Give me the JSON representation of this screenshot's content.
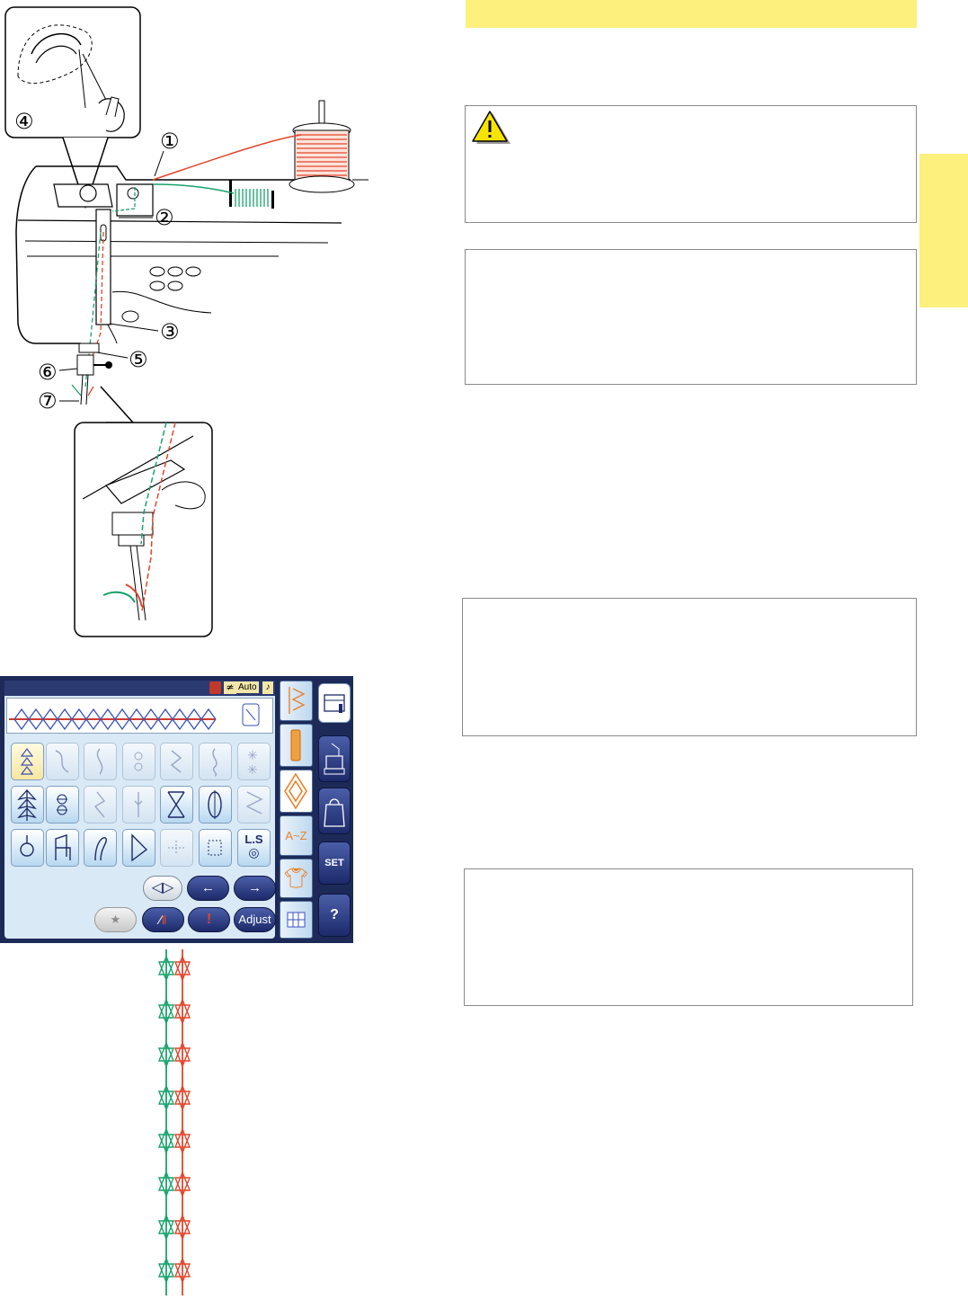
{
  "diagram": {
    "callouts": [
      "①",
      "②",
      "③",
      "④",
      "⑤",
      "⑥",
      "⑦"
    ]
  },
  "screen": {
    "status_auto": "Auto",
    "ls_label": "L.S",
    "adjust_label": "Adjust",
    "az_label": "A~Z",
    "set_label": "SET",
    "help_label": "?"
  },
  "colors": {
    "highlight": "#fdf07d",
    "thread_red": "#e2452a",
    "thread_green": "#17a36b",
    "screen_frame": "#1d2a57"
  }
}
